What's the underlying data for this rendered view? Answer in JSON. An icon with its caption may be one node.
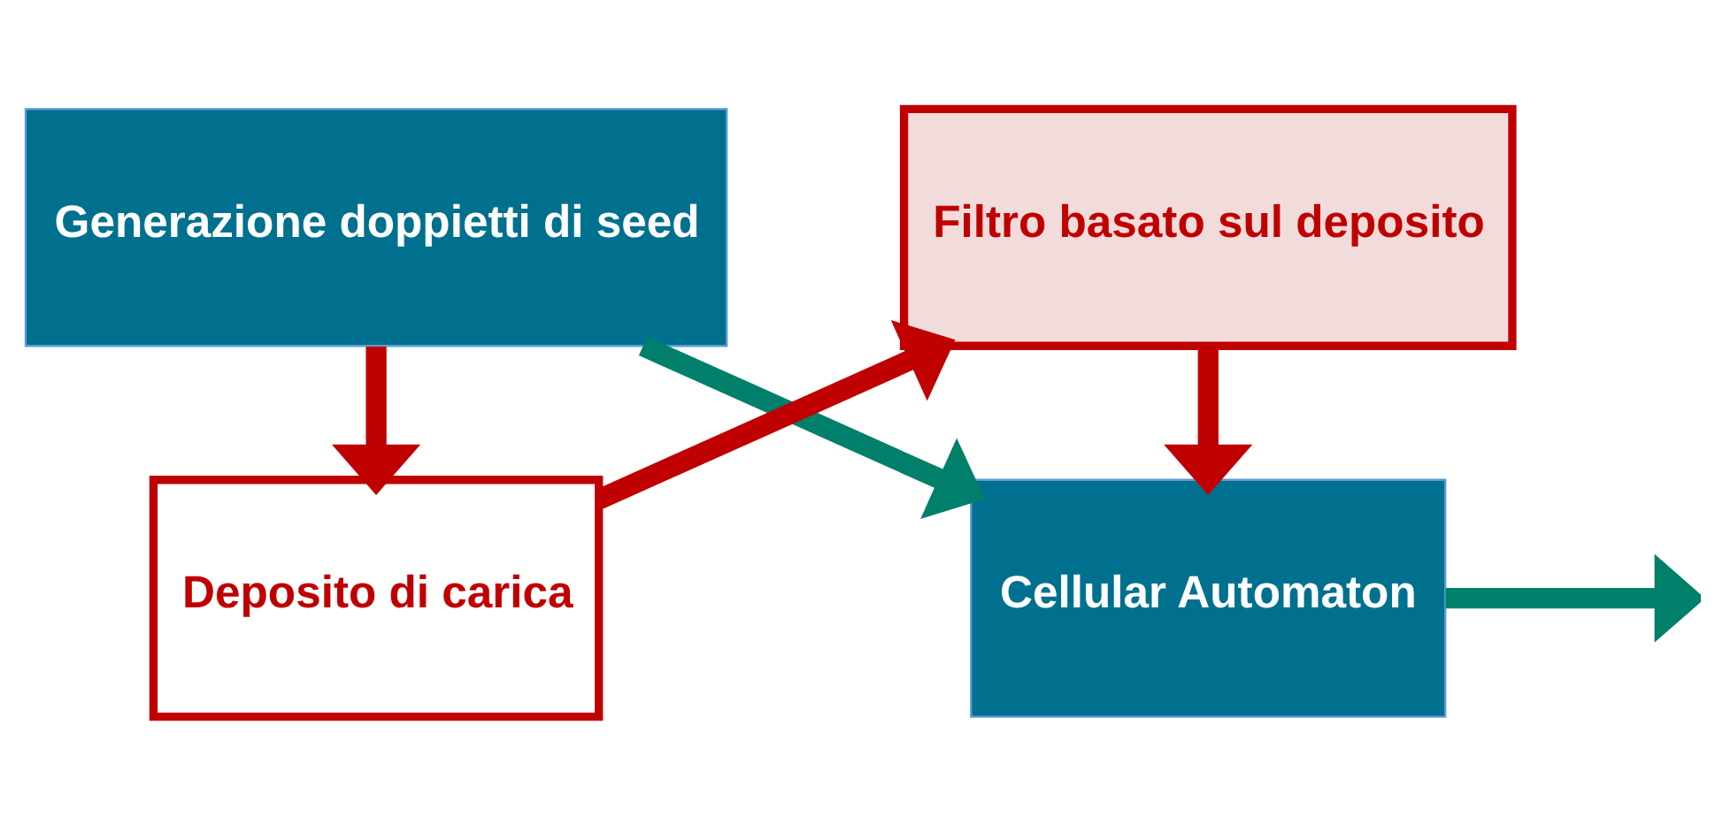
{
  "diagram": {
    "nodes": [
      {
        "text": [
          "Generazione doppietti di seed"
        ]
      },
      {
        "text": [
          "Cellular Automaton"
        ]
      },
      {
        "text": [
          "Deposito di carica"
        ]
      },
      {
        "text": [
          "Filtro basato sul deposito"
        ]
      }
    ],
    "edges": [
      {
        "from": 0,
        "to": 1,
        "arrow": "to",
        "color": "#00806a"
      },
      {
        "from": 1,
        "to": null,
        "arrow": "to",
        "color": "#00806a"
      },
      {
        "from": 0,
        "to": 2,
        "arrow": "to"
      },
      {
        "from": 2,
        "to": 3,
        "arrow": "to"
      },
      {
        "from": 3,
        "to": 1,
        "arrow": "to"
      }
    ]
  }
}
